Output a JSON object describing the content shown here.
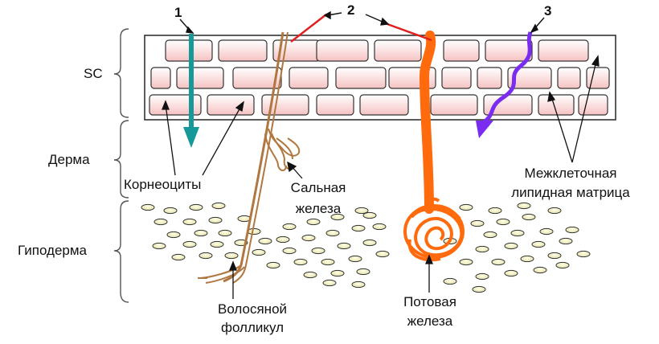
{
  "layers": {
    "sc": "SC",
    "dermis": "Дерма",
    "hypodermis": "Гиподерма"
  },
  "numbers": {
    "one": "1",
    "two": "2",
    "three": "3"
  },
  "structures": {
    "corneocytes": "Корнеоциты",
    "sebaceous_line1": "Сальная",
    "sebaceous_line2": "железа",
    "hair_line1": "Волосяной",
    "hair_line2": "фолликул",
    "sweat_line1": "Потовая",
    "sweat_line2": "железа",
    "lipid_line1": "Межклеточная",
    "lipid_line2": "липидная матрица"
  },
  "colors": {
    "pathway_1": "#17999a",
    "pathway_2": "#e02020",
    "pathway_3": "#7a2cf0",
    "hair_follicle": "#b07840",
    "sweat_gland": "#ff6a0c",
    "corneocyte_fill": "#fbd6d6",
    "fat_cell_fill": "#f2f0c8"
  }
}
